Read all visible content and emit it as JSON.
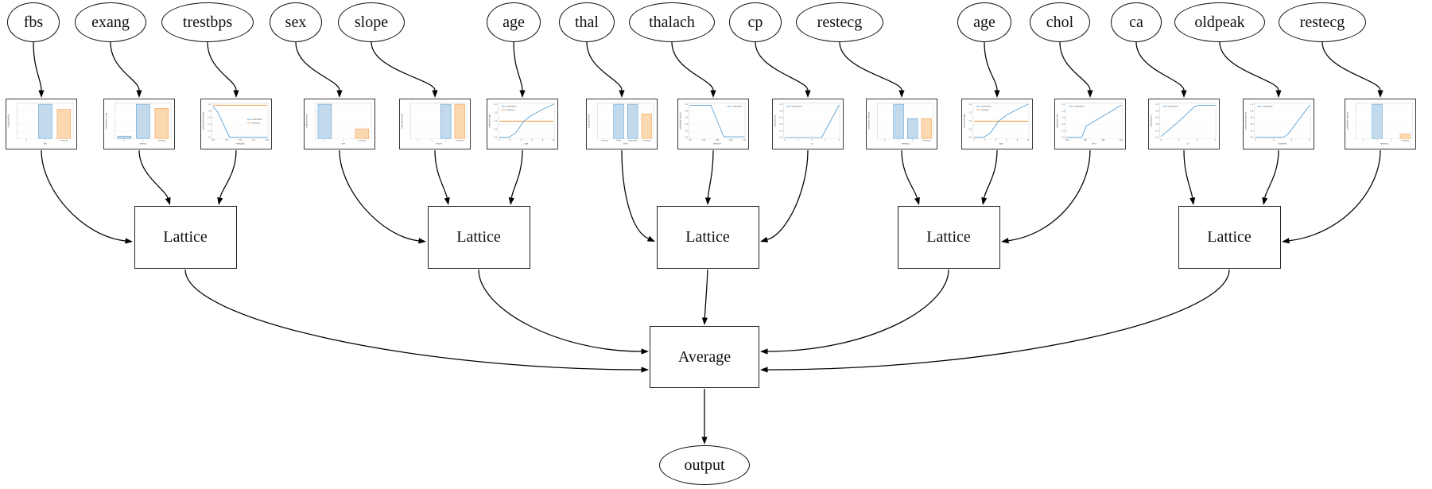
{
  "labels": {
    "lattice": "Lattice",
    "average": "Average",
    "output": "output"
  },
  "colors": {
    "blue_edge": "#5b9fd0",
    "blue_fill": "#c3daed",
    "orange_edge": "#f0a050",
    "orange_fill": "#fcd8b1",
    "edge_stroke": "#000000",
    "axis_text": "#666666",
    "grid": "#ebedef"
  },
  "legend_labels": {
    "calibrated": "calibrated",
    "missing": "missing"
  },
  "groups": [
    [
      0,
      1,
      2
    ],
    [
      3,
      4,
      5
    ],
    [
      6,
      7,
      8
    ],
    [
      9,
      10,
      11
    ],
    [
      12,
      13,
      14
    ]
  ],
  "features": [
    {
      "label": "fbs",
      "chart": {
        "type": "bar",
        "ylabel": "calibrated fbs",
        "xlabel": "fbs",
        "categories": [
          "0",
          "1",
          "missing"
        ],
        "bars": [
          {
            "cat": 1,
            "series": "calibrated",
            "value": 1.0
          },
          {
            "cat": 2,
            "series": "missing",
            "value": 0.85
          }
        ]
      }
    },
    {
      "label": "exang",
      "chart": {
        "type": "bar",
        "ylabel": "calibrated exang",
        "xlabel": "exang",
        "categories": [
          "0",
          "1",
          "missing"
        ],
        "bars": [
          {
            "cat": 0,
            "series": "calibrated",
            "value": 0.07
          },
          {
            "cat": 1,
            "series": "calibrated",
            "value": 1.0
          },
          {
            "cat": 2,
            "series": "missing",
            "value": 0.88
          }
        ]
      }
    },
    {
      "label": "trestbps",
      "chart": {
        "type": "line",
        "ylabel": "calibrated trestbps",
        "xlabel": "trestbps",
        "legend": {
          "pos": "mr",
          "entries": [
            "calibrated",
            "missing"
          ]
        },
        "yticks": [
          "1.0",
          "0.8",
          "0.6",
          "0.4",
          "0.2",
          "0.0"
        ],
        "xticks": [
          "100",
          "125",
          "150",
          "175",
          "200"
        ],
        "line": [
          [
            0,
            0.93
          ],
          [
            0.08,
            0.78
          ],
          [
            0.3,
            0.03
          ],
          [
            1,
            0.03
          ]
        ],
        "orange_flat": 0.97
      }
    },
    {
      "label": "sex",
      "chart": {
        "type": "bar",
        "ylabel": "calibrated sex",
        "xlabel": "sex",
        "categories": [
          "0",
          "1",
          "missing"
        ],
        "bars": [
          {
            "cat": 0,
            "series": "calibrated",
            "value": 1.0
          },
          {
            "cat": 2,
            "series": "missing",
            "value": 0.28
          }
        ]
      }
    },
    {
      "label": "slope",
      "chart": {
        "type": "bar",
        "ylabel": "calibrated slope",
        "xlabel": "slope",
        "categories": [
          "0",
          "1",
          "2",
          "missing"
        ],
        "bars": [
          {
            "cat": 2,
            "series": "calibrated",
            "value": 1.0
          },
          {
            "cat": 3,
            "series": "missing",
            "value": 1.0
          }
        ]
      }
    },
    {
      "label": "age",
      "chart": {
        "type": "line",
        "ylabel": "calibrated age",
        "xlabel": "age",
        "legend": {
          "pos": "tl",
          "entries": [
            "calibrated",
            "missing"
          ]
        },
        "yticks": [
          "2.0",
          "1.5",
          "1.0",
          "0.5",
          "0.0"
        ],
        "xticks": [
          "0",
          "2",
          "4",
          "6",
          "8",
          "10"
        ],
        "line": [
          [
            0,
            0.03
          ],
          [
            0.18,
            0.03
          ],
          [
            0.3,
            0.15
          ],
          [
            0.45,
            0.5
          ],
          [
            0.6,
            0.68
          ],
          [
            0.8,
            0.85
          ],
          [
            1,
            1.0
          ]
        ],
        "orange_flat": 0.5
      }
    },
    {
      "label": "thal",
      "chart": {
        "type": "bar",
        "ylabel": "calibrated thal",
        "xlabel": "thal",
        "categories": [
          "normal",
          "fixed",
          "reversible",
          "missing"
        ],
        "bars": [
          {
            "cat": 1,
            "series": "calibrated",
            "value": 1.0
          },
          {
            "cat": 2,
            "series": "calibrated",
            "value": 1.0
          },
          {
            "cat": 3,
            "series": "missing",
            "value": 0.72
          }
        ]
      }
    },
    {
      "label": "thalach",
      "chart": {
        "type": "line",
        "ylabel": "calibrated thalach",
        "xlabel": "thalach",
        "legend": {
          "pos": "tr",
          "entries": [
            "calibrated"
          ]
        },
        "yticks": [
          "1.0",
          "0.8",
          "0.6",
          "0.4",
          "0.2",
          "0.0"
        ],
        "xticks": [
          "75",
          "100",
          "125",
          "150",
          "175"
        ],
        "line": [
          [
            0,
            0.97
          ],
          [
            0.38,
            0.97
          ],
          [
            0.62,
            0.04
          ],
          [
            1,
            0.04
          ]
        ]
      }
    },
    {
      "label": "cp",
      "chart": {
        "type": "line",
        "ylabel": "calibrated cp",
        "xlabel": "cp",
        "legend": {
          "pos": "tl",
          "entries": [
            "calibrated"
          ]
        },
        "yticks": [
          "1.0",
          "0.8",
          "0.6",
          "0.4",
          "0.2",
          "0.0"
        ],
        "xticks": [
          "0",
          "1",
          "2",
          "3",
          "4"
        ],
        "line": [
          [
            0,
            0.02
          ],
          [
            0.68,
            0.02
          ],
          [
            1,
            0.97
          ]
        ]
      }
    },
    {
      "label": "restecg",
      "chart": {
        "type": "bar",
        "ylabel": "calibrated restecg",
        "xlabel": "restecg",
        "categories": [
          "0",
          "1",
          "2",
          "missing"
        ],
        "bars": [
          {
            "cat": 1,
            "series": "calibrated",
            "value": 1.0
          },
          {
            "cat": 2,
            "series": "calibrated",
            "value": 0.58
          },
          {
            "cat": 3,
            "series": "missing",
            "value": 0.58
          }
        ]
      }
    },
    {
      "label": "age",
      "chart": {
        "type": "line",
        "ylabel": "calibrated age",
        "xlabel": "age",
        "legend": {
          "pos": "tl",
          "entries": [
            "calibrated",
            "missing"
          ]
        },
        "yticks": [
          "2.0",
          "1.5",
          "1.0",
          "0.5",
          "0.0"
        ],
        "xticks": [
          "0",
          "2",
          "4",
          "6",
          "8",
          "10"
        ],
        "line": [
          [
            0,
            0.03
          ],
          [
            0.18,
            0.03
          ],
          [
            0.3,
            0.15
          ],
          [
            0.45,
            0.5
          ],
          [
            0.6,
            0.68
          ],
          [
            0.8,
            0.85
          ],
          [
            1,
            1.0
          ]
        ],
        "orange_flat": 0.5
      }
    },
    {
      "label": "chol",
      "chart": {
        "type": "line",
        "ylabel": "calibrated chol",
        "xlabel": "chol",
        "legend": {
          "pos": "tl",
          "entries": [
            "calibrated"
          ]
        },
        "yticks": [
          "1.0",
          "0.8",
          "0.6",
          "0.4",
          "0.2",
          "0.0"
        ],
        "xticks": [
          "200",
          "300",
          "400",
          "500"
        ],
        "line": [
          [
            0,
            0.03
          ],
          [
            0.27,
            0.03
          ],
          [
            0.35,
            0.35
          ],
          [
            1,
            0.97
          ]
        ]
      }
    },
    {
      "label": "ca",
      "chart": {
        "type": "line",
        "ylabel": "calibrated ca",
        "xlabel": "ca",
        "legend": {
          "pos": "tl",
          "entries": [
            "calibrated"
          ]
        },
        "yticks": [
          "1.0",
          "0.8",
          "0.6",
          "0.4",
          "0.2",
          "0.0"
        ],
        "xticks": [
          "0",
          "1",
          "2",
          "3"
        ],
        "line": [
          [
            0,
            0.05
          ],
          [
            0.3,
            0.45
          ],
          [
            0.62,
            0.93
          ],
          [
            0.7,
            0.97
          ],
          [
            1,
            0.97
          ]
        ]
      }
    },
    {
      "label": "oldpeak",
      "chart": {
        "type": "line",
        "ylabel": "calibrated oldpeak",
        "xlabel": "oldpeak",
        "legend": {
          "pos": "tl",
          "entries": [
            "calibrated"
          ]
        },
        "yticks": [
          "1.0",
          "0.8",
          "0.6",
          "0.4",
          "0.2",
          "0.0"
        ],
        "xticks": [
          "0",
          "2",
          "4",
          "6"
        ],
        "line": [
          [
            0,
            0.03
          ],
          [
            0.52,
            0.03
          ],
          [
            0.6,
            0.12
          ],
          [
            1,
            0.97
          ]
        ]
      }
    },
    {
      "label": "restecg",
      "chart": {
        "type": "bar",
        "ylabel": "calibrated restecg",
        "xlabel": "restecg",
        "categories": [
          "0",
          "1",
          "2",
          "missing"
        ],
        "bars": [
          {
            "cat": 1,
            "series": "calibrated",
            "value": 1.0
          },
          {
            "cat": 3,
            "series": "missing",
            "value": 0.13
          }
        ]
      }
    }
  ]
}
